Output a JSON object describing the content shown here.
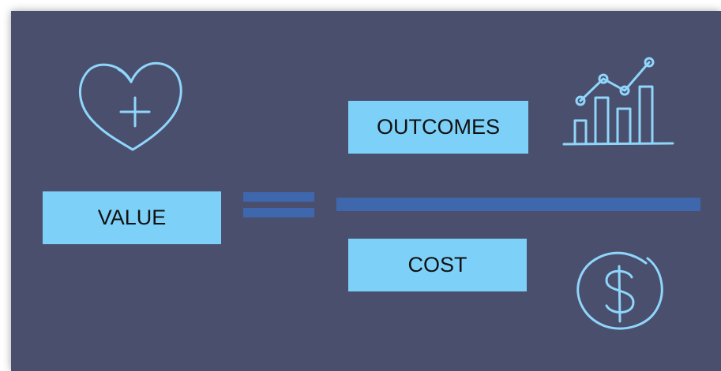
{
  "diagram": {
    "value_label": "VALUE",
    "outcomes_label": "OUTCOMES",
    "cost_label": "COST"
  },
  "colors": {
    "background": "#4b4f6e",
    "label_fill": "#7dd0f7",
    "line_blue": "#3f67ad",
    "icon_stroke": "#8fd6fb"
  },
  "icons": {
    "health": "heart-plus-icon",
    "outcomes": "bar-line-chart-icon",
    "cost": "dollar-circle-icon"
  }
}
